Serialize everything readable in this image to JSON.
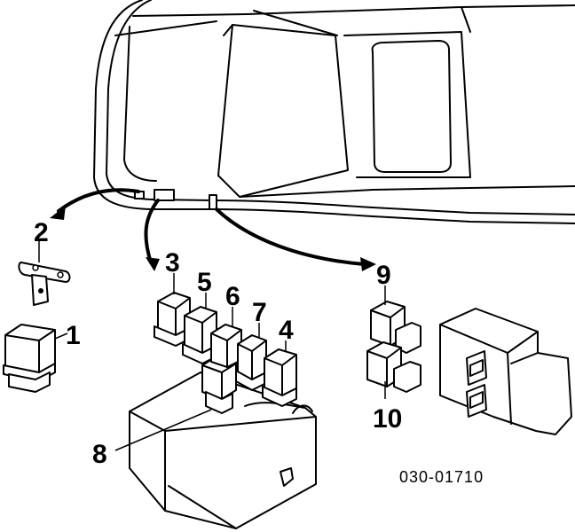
{
  "diagram": {
    "callouts": {
      "c1": "1",
      "c2": "2",
      "c3": "3",
      "c4": "4",
      "c5": "5",
      "c6": "6",
      "c7": "7",
      "c8": "8",
      "c9": "9",
      "c10": "10"
    },
    "part_code": "030-01710"
  }
}
